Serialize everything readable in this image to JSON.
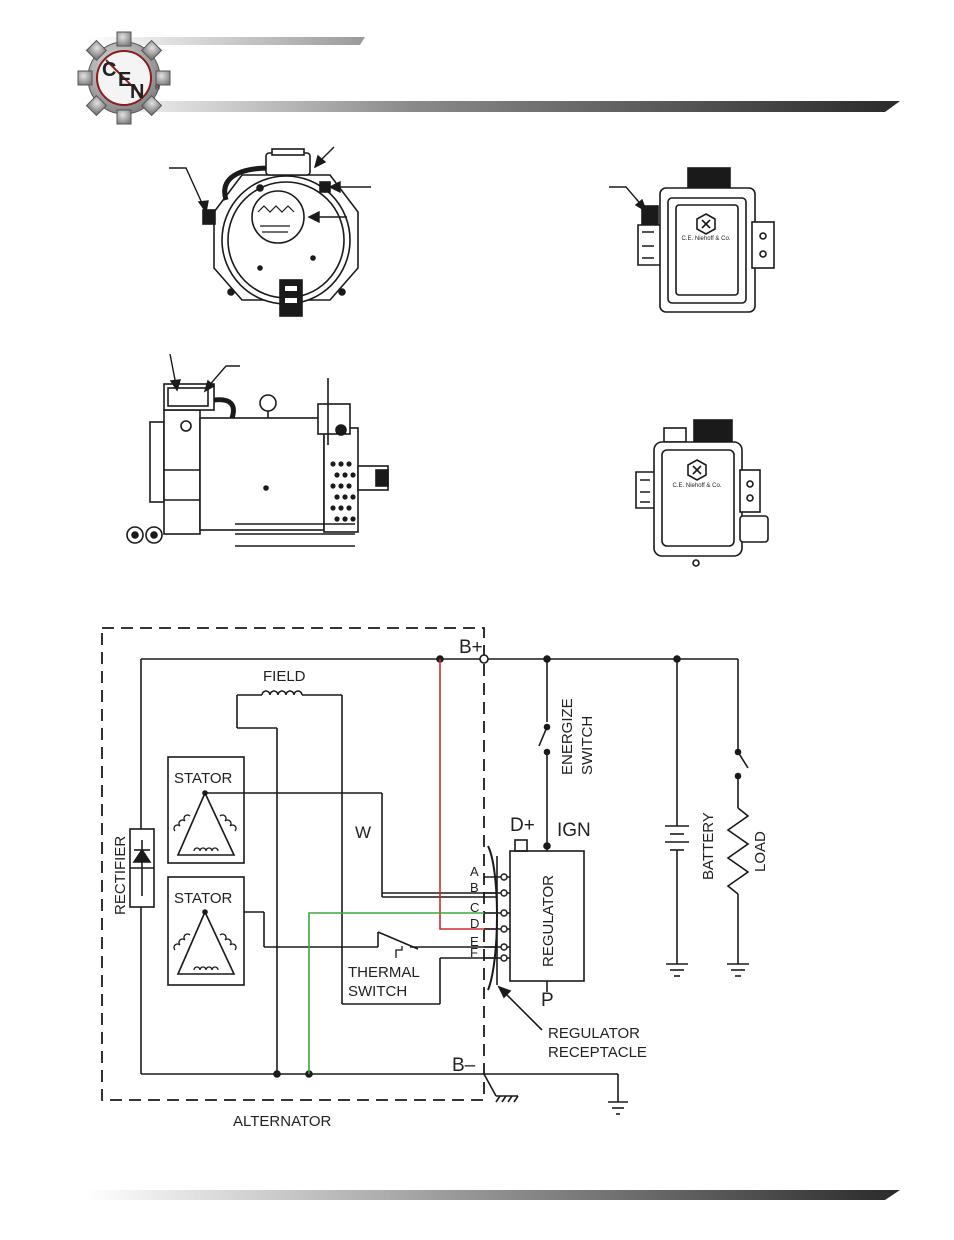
{
  "header": {
    "logo_text": "CEN",
    "logo_mark": "®",
    "bar_color": "#3a3a3a"
  },
  "diagram": {
    "labels": {
      "field": "FIELD",
      "stator_top": "STATOR",
      "stator_bottom": "STATOR",
      "rectifier": "RECTIFIER",
      "w": "W",
      "thermal_switch_1": "THERMAL",
      "thermal_switch_2": "SWITCH",
      "energize_switch_1": "ENERGIZE",
      "energize_switch_2": "SWITCH",
      "b_plus": "B+",
      "b_minus": "B–",
      "d_plus": "D+",
      "ign": "IGN",
      "p": "P",
      "regulator": "REGULATOR",
      "regulator_receptacle_1": "REGULATOR",
      "regulator_receptacle_2": "RECEPTACLE",
      "battery": "BATTERY",
      "load": "LOAD",
      "alternator": "ALTERNATOR",
      "pins": [
        "A",
        "B",
        "C",
        "D",
        "E",
        "F"
      ]
    },
    "wire_colors": {
      "d_wire": "#d42a2a",
      "c_wire": "#3fa63f",
      "default": "#1a1a1a"
    }
  },
  "product": {
    "brand_small": "C.E. Niehoff & Co."
  }
}
